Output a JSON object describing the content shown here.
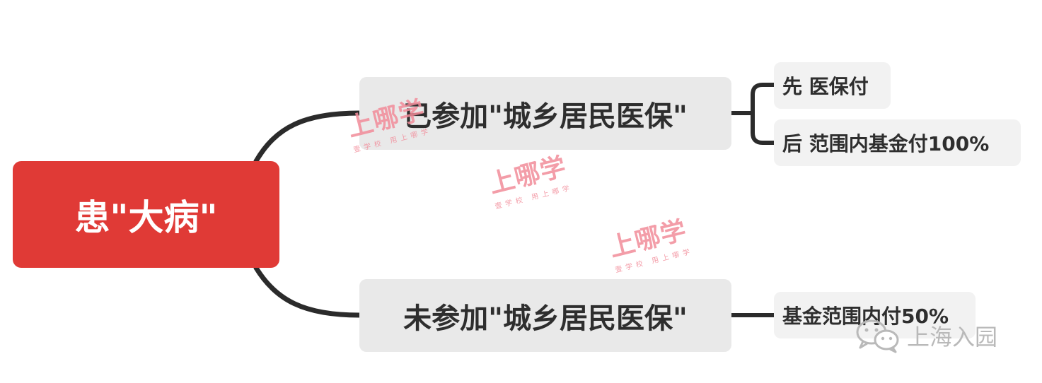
{
  "root": {
    "label": "患\"大病\""
  },
  "branches": [
    {
      "label": "已参加\"城乡居民医保\"",
      "children": [
        {
          "label": "先 医保付"
        },
        {
          "label": "后 范围内基金付100%"
        }
      ]
    },
    {
      "label": "未参加\"城乡居民医保\"",
      "children": [
        {
          "label": "基金范围内付50%"
        }
      ]
    }
  ],
  "watermark": {
    "main": "上哪学",
    "sub": "壹学校 用上哪学"
  },
  "brand": {
    "name": "上海入园",
    "icon": "wechat-icon"
  },
  "colors": {
    "root_fill": "#e03a36",
    "branch_fill": "#e9e9e9",
    "leaf_fill": "#f2f2f2",
    "connector": "#2b2b2b",
    "watermark": "#f28c9a"
  }
}
